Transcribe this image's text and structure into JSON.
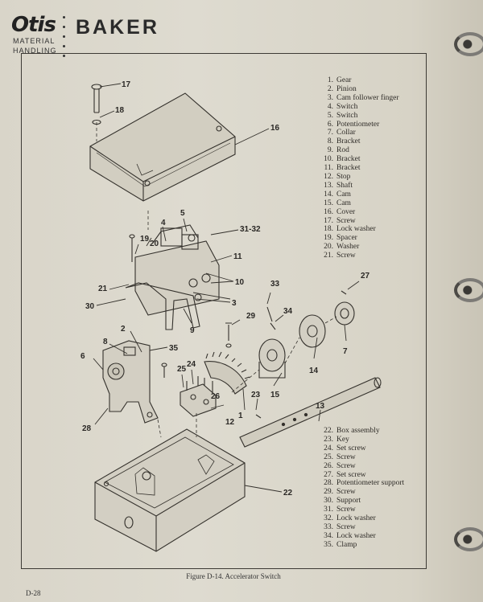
{
  "header": {
    "logo_text": "Otis",
    "logo_sub1": "MATERIAL",
    "logo_sub2": "HANDLING",
    "brand": "BAKER"
  },
  "parts_list_1": [
    {
      "num": "1.",
      "name": "Gear"
    },
    {
      "num": "2.",
      "name": "Pinion"
    },
    {
      "num": "3.",
      "name": "Cam follower finger"
    },
    {
      "num": "4.",
      "name": "Switch"
    },
    {
      "num": "5.",
      "name": "Switch"
    },
    {
      "num": "6.",
      "name": "Potentiometer"
    },
    {
      "num": "7.",
      "name": "Collar"
    },
    {
      "num": "8.",
      "name": "Bracket"
    },
    {
      "num": "9.",
      "name": "Rod"
    },
    {
      "num": "10.",
      "name": "Bracket"
    },
    {
      "num": "11.",
      "name": "Bracket"
    },
    {
      "num": "12.",
      "name": "Stop"
    },
    {
      "num": "13.",
      "name": "Shaft"
    },
    {
      "num": "14.",
      "name": "Cam"
    },
    {
      "num": "15.",
      "name": "Cam"
    },
    {
      "num": "16.",
      "name": "Cover"
    },
    {
      "num": "17.",
      "name": "Screw"
    },
    {
      "num": "18.",
      "name": "Lock washer"
    },
    {
      "num": "19.",
      "name": "Spacer"
    },
    {
      "num": "20.",
      "name": "Washer"
    },
    {
      "num": "21.",
      "name": "Screw"
    }
  ],
  "parts_list_2": [
    {
      "num": "22.",
      "name": "Box assembly"
    },
    {
      "num": "23.",
      "name": "Key"
    },
    {
      "num": "24.",
      "name": "Set screw"
    },
    {
      "num": "25.",
      "name": "Screw"
    },
    {
      "num": "26.",
      "name": "Screw"
    },
    {
      "num": "27.",
      "name": "Set screw"
    },
    {
      "num": "28.",
      "name": "Potentiometer support"
    },
    {
      "num": "29.",
      "name": "Screw"
    },
    {
      "num": "30.",
      "name": "Support"
    },
    {
      "num": "31.",
      "name": "Screw"
    },
    {
      "num": "32.",
      "name": "Lock washer"
    },
    {
      "num": "33.",
      "name": "Screw"
    },
    {
      "num": "34.",
      "name": "Lock washer"
    },
    {
      "num": "35.",
      "name": "Clamp"
    }
  ],
  "callouts": {
    "c1": "1",
    "c2": "2",
    "c3": "3",
    "c4": "4",
    "c5": "5",
    "c6": "6",
    "c7": "7",
    "c8": "8",
    "c9": "9",
    "c10": "10",
    "c11": "11",
    "c12": "12",
    "c13": "13",
    "c14": "14",
    "c15": "15",
    "c16": "16",
    "c17": "17",
    "c18": "18",
    "c19": "19",
    "c20": "20",
    "c21": "21",
    "c22": "22",
    "c23": "23",
    "c24": "24",
    "c25": "25",
    "c26": "26",
    "c27": "27",
    "c28": "28",
    "c29": "29",
    "c30": "30",
    "c31_32": "31-32",
    "c33": "33",
    "c34": "34",
    "c35": "35"
  },
  "caption": "Figure D-14.  Accelerator Switch",
  "page_number": "D-28"
}
